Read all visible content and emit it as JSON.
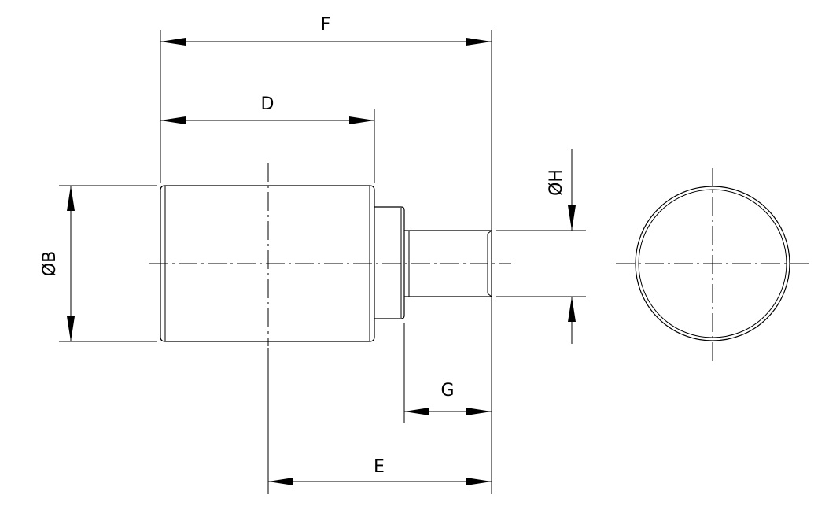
{
  "dimensions": {
    "F": "F",
    "D": "D",
    "B": "ØB",
    "H": "ØH",
    "G": "G",
    "E": "E"
  },
  "colors": {
    "line": "#000000",
    "background": "#ffffff"
  }
}
